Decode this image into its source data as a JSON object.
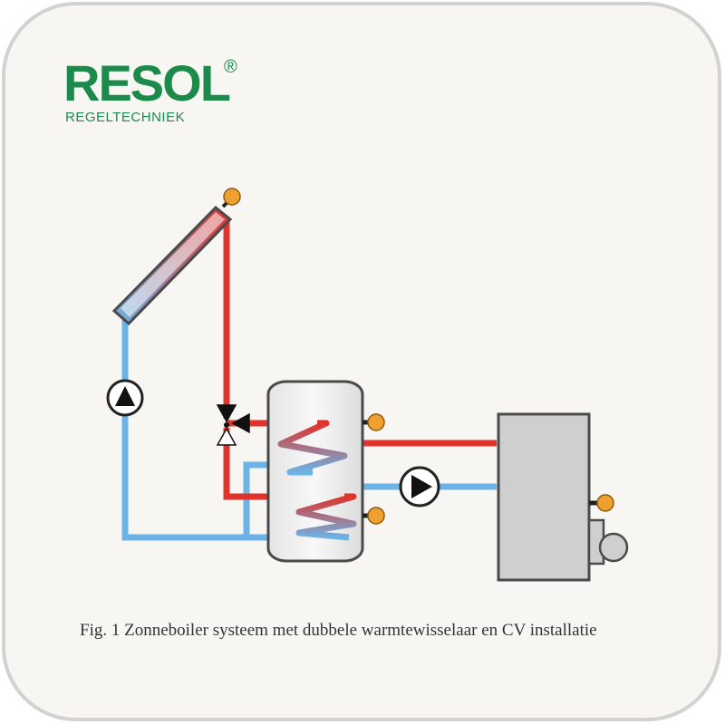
{
  "logo": {
    "brand": "RESOL",
    "registered": "®",
    "subtitle": "REGELTECHNIEK"
  },
  "caption": "Fig. 1 Zonneboiler systeem met dubbele warmtewisselaar en CV installatie",
  "colors": {
    "brand_green": "#1c8a4a",
    "hot_pipe": "#e0332b",
    "cold_pipe": "#6bb3e6",
    "sensor": "#f0a030",
    "boiler_tank": "#efefef",
    "cv_unit": "#cfcfcf",
    "card_background": "#f7f6f3"
  },
  "components": {
    "collector": "solar-collector",
    "tank": "solar-storage-tank",
    "heater": "cv-boiler",
    "pumps": [
      "solar-pump",
      "cv-pump"
    ],
    "valve": "three-way-valve",
    "sensors": [
      "collector-sensor",
      "tank-sensor-top",
      "tank-sensor-bottom",
      "cv-sensor"
    ]
  }
}
